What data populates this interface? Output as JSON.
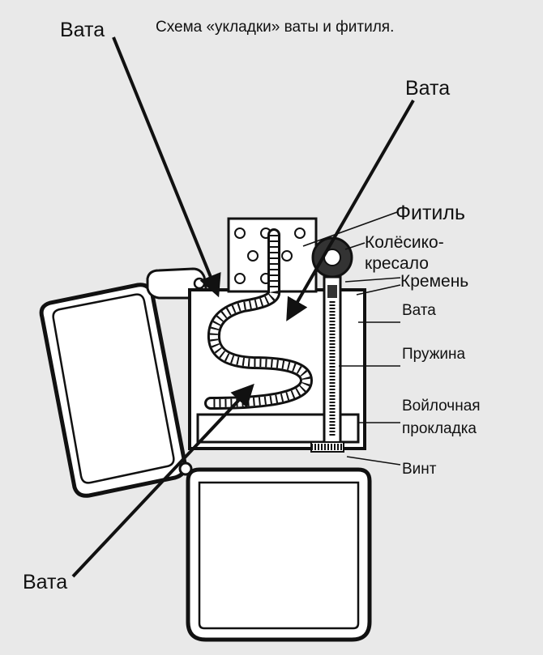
{
  "title": "Схема «укладки» ваты и фитиля.",
  "labels": {
    "cotton_top_left": "Вата",
    "cotton_top_right": "Вата",
    "wick": "Фитиль",
    "flint_wheel_line1": "Колёсико-",
    "flint_wheel_line2": "кресало",
    "flint": "Кремень",
    "cotton_right": "Вата",
    "spring": "Пружина",
    "felt_pad_line1": "Войлочная",
    "felt_pad_line2": "прокладка",
    "screw": "Винт",
    "cotton_bottom_left": "Вата"
  },
  "colors": {
    "background": "#e9e9e9",
    "ink": "#111111",
    "fill": "#ffffff"
  }
}
